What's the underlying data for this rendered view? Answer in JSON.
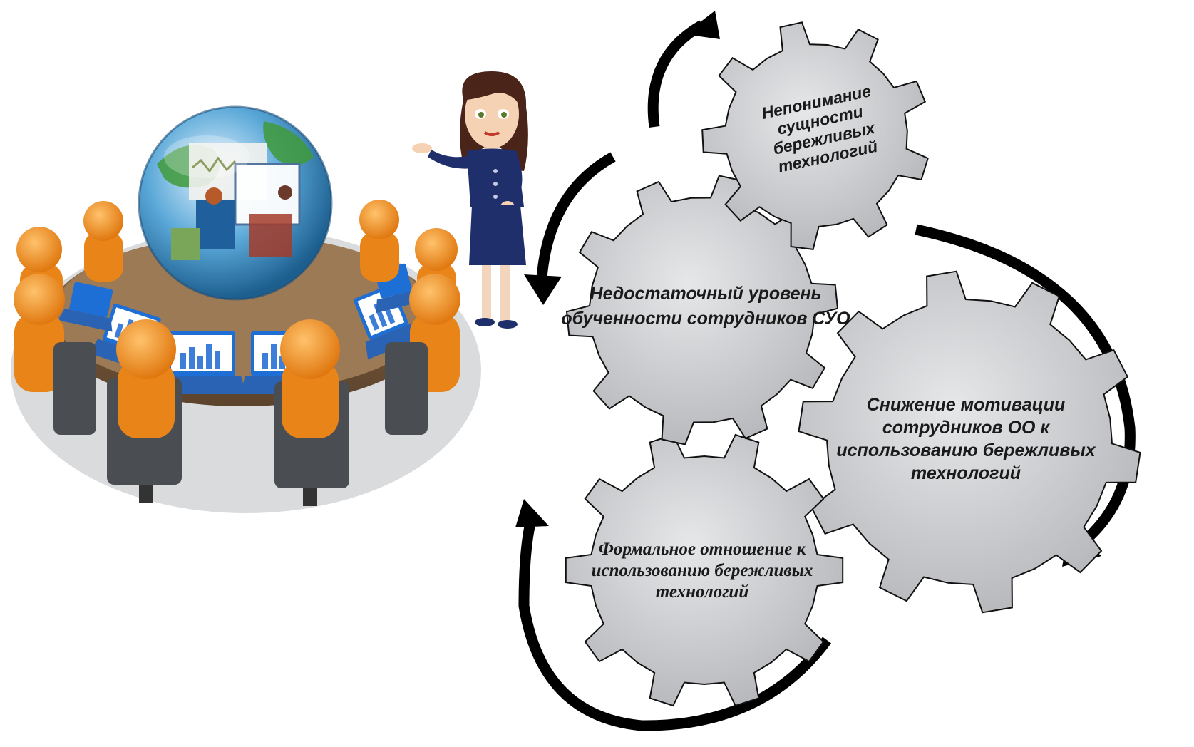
{
  "gears": {
    "top": {
      "lines": [
        "Непонимание",
        "сущности",
        "бережливых",
        "технологий"
      ]
    },
    "middle": {
      "lines": [
        "Недостаточный уровень",
        "обученности сотрудников СУО"
      ]
    },
    "right": {
      "lines": [
        "Снижение мотивации",
        "сотрудников ОО к",
        "использованию бережливых",
        "технологий"
      ]
    },
    "bottom": {
      "lines": [
        "Формальное отношение к",
        "использованию бережливых",
        "технологий"
      ]
    }
  },
  "colors": {
    "gear_fill": "#c9cacc",
    "gear_stroke": "#111111",
    "arrow": "#000000",
    "figure": "#f08a1c"
  }
}
